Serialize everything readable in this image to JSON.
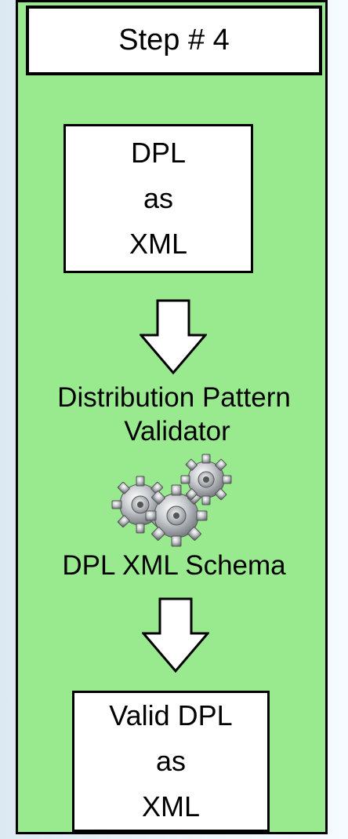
{
  "diagram": {
    "step_title": "Step # 4",
    "input_box": {
      "lines": [
        "DPL",
        "as",
        "XML"
      ]
    },
    "validator": {
      "name_line1": "Distribution Pattern",
      "name_line2": "Validator",
      "icon": "gears-icon"
    },
    "schema_label": "DPL XML Schema",
    "output_box": {
      "lines": [
        "Valid DPL",
        "as",
        "XML"
      ]
    },
    "colors": {
      "panel_fill": "#99ea8f",
      "box_fill": "#ffffff",
      "border": "#000000"
    }
  }
}
